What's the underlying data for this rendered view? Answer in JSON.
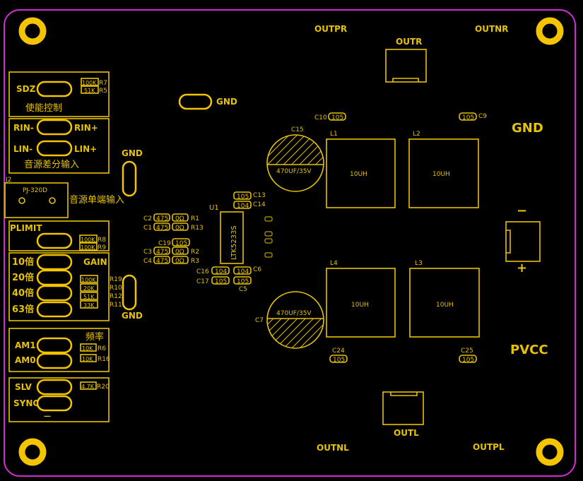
{
  "colors": {
    "background": "#000000",
    "board_outline": "#d02cd0",
    "silkscreen": "#e6c200",
    "pad": "#f5c400"
  },
  "labels": {
    "outpr": "OUTPR",
    "outnr": "OUTNR",
    "outr": "OUTR",
    "gnd_top": "GND",
    "gnd_right": "GND",
    "gnd_left_top": "GND",
    "gnd_left_bottom": "GND",
    "pvcc": "PVCC",
    "outnl": "OUTNL",
    "outl": "OUTL",
    "outpl": "OUTPL",
    "minus_sign": "−",
    "plus_sign": "+"
  },
  "blocks": {
    "sdz": {
      "label": "SDZ",
      "title": "使能控制",
      "r_top_val": "100K",
      "r_top_ref": "R7",
      "r_bot_val": "51K",
      "r_bot_ref": "R5"
    },
    "audio_diff": {
      "rin_minus": "RIN-",
      "rin_plus": "RIN+",
      "lin_minus": "LIN-",
      "lin_plus": "LIN+",
      "title": "音源差分输入"
    },
    "jack": {
      "ref": "J2",
      "part": "PJ-320D",
      "title": "音源单端输入"
    },
    "plimit": {
      "label": "PLIMIT",
      "r8_val": "100K",
      "r8_ref": "R8",
      "r9_val": "100K",
      "r9_ref": "R9"
    },
    "gain": {
      "title": "GAIN",
      "g10": "10倍",
      "g20": "20倍",
      "g40": "40倍",
      "g63": "63倍",
      "r19_val": "100K",
      "r19_ref": "R19",
      "r10_val": "20K",
      "r10_ref": "R10",
      "r12_val": "51K",
      "r12_ref": "R12",
      "r11_val": "33K",
      "r11_ref": "R11"
    },
    "freq": {
      "title": "频率",
      "am1": "AM1",
      "am0": "AM0",
      "r6_val": "10K",
      "r6_ref": "R6",
      "r16_val": "10K",
      "r16_ref": "R16"
    },
    "sync": {
      "slv": "SLV",
      "sync": "SYNC",
      "r20_val": "4.7K",
      "r20_ref": "R20",
      "dash": "—"
    }
  },
  "center": {
    "u1": "U1",
    "chip": "LTK5233S",
    "c2": "C2",
    "c2_val": "475",
    "r1_val": "0Ω",
    "r1": "R1",
    "c1": "C1",
    "c1_val": "475",
    "r13_val": "0Ω",
    "r13": "R13",
    "c19": "C19",
    "c19_val": "105",
    "c3": "C3",
    "c3_val": "475",
    "r2_val": "0Ω",
    "r2": "R2",
    "c4": "C4",
    "c4_val": "475",
    "r3_val": "0Ω",
    "r3": "R3",
    "c13_val": "105",
    "c13": "C13",
    "c14_val": "104",
    "c14": "C14",
    "c16": "C16",
    "c16_val": "104",
    "c6_val": "104",
    "c6": "C6",
    "c17": "C17",
    "c17_val": "105",
    "c5": "C5",
    "c5_val": "105"
  },
  "power": {
    "c10": "C10",
    "c10_val": "105",
    "c9_val": "105",
    "c9": "C9",
    "c15": "C15",
    "c15_val": "470UF/35V",
    "c7": "C7",
    "c7_val": "470UF/35V",
    "l1": "L1",
    "l2": "L2",
    "l3": "L3",
    "l4": "L4",
    "inductor_val": "10UH",
    "c24": "C24",
    "c24_val": "105",
    "c25": "C25",
    "c25_val": "105"
  }
}
